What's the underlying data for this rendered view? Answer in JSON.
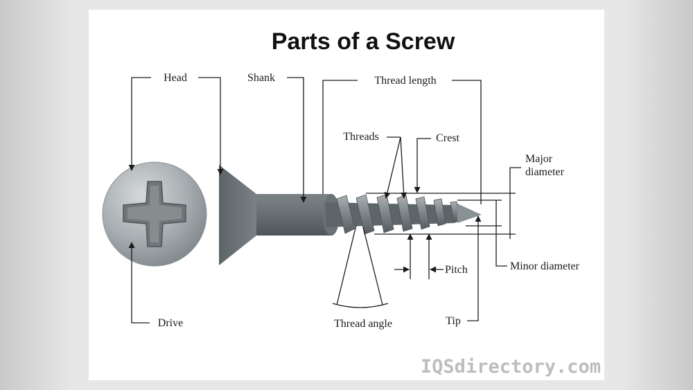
{
  "title": "Parts of a Screw",
  "labels": {
    "head": "Head",
    "shank": "Shank",
    "thread_length": "Thread length",
    "threads": "Threads",
    "crest": "Crest",
    "major_diameter_line1": "Major",
    "major_diameter_line2": "diameter",
    "minor_diameter": "Minor diameter",
    "pitch": "Pitch",
    "tip": "Tip",
    "drive": "Drive",
    "thread_angle": "Thread angle"
  },
  "watermark": "IQSdirectory.com",
  "colors": {
    "background": "#ffffff",
    "screw_metal": "#6e7579",
    "screw_dark": "#4f5558",
    "screw_light": "#b9bec1",
    "line": "#1a1a1a",
    "watermark": "#bdbdbd"
  },
  "icons": {
    "drive": "phillips-cross-icon"
  }
}
